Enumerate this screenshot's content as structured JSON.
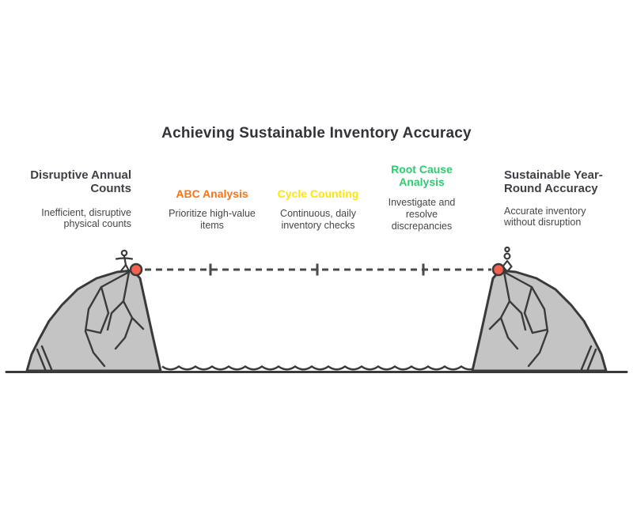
{
  "title": "Achieving Sustainable Inventory Accuracy",
  "stages": [
    {
      "label": "Disruptive Annual Counts",
      "description": "Inefficient, disruptive physical counts",
      "color": "#3F3F46"
    },
    {
      "label": "ABC Analysis",
      "description": "Prioritize high-value items",
      "color": "#F97316"
    },
    {
      "label": "Cycle Counting",
      "description": "Continuous, daily inventory checks",
      "color": "#FFE600"
    },
    {
      "label": "Root Cause Analysis",
      "description": "Investigate and resolve discrepancies",
      "color": "#2ECC71"
    },
    {
      "label": "Sustainable Year-Round Accuracy",
      "description": "Accurate inventory without disruption",
      "color": "#3F3F46"
    }
  ],
  "illustration": {
    "left_figure": "tightrope-walker-figure",
    "right_figure": "standing-climber-figure",
    "rope_style": "dashed",
    "rope_tick_count": 3,
    "anchor_dot_count": 2,
    "scenery": [
      "left-cliff",
      "right-cliff",
      "water-wave",
      "ground-line"
    ]
  },
  "colors": {
    "background": "#FFFFFF",
    "title_text": "#323238",
    "description_text": "#46464B",
    "outline": "#3A3A3A",
    "cliff_fill": "#C4C4C4",
    "rope": "#4A4A4A",
    "anchor_dot": "#F6604F"
  }
}
